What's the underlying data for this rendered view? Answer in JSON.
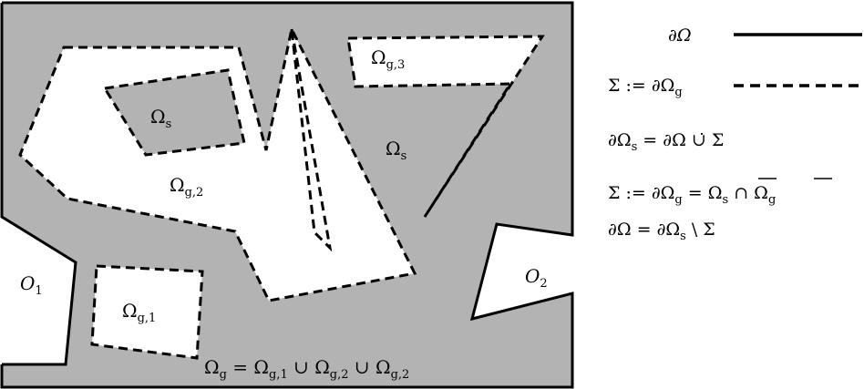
{
  "labels": {
    "omega_s": "Ω",
    "omega_s_sub": "s",
    "omega_g": "Ω",
    "omega_g1_sub": "g,1",
    "omega_g2_sub": "g,2",
    "omega_g3_sub": "g,3",
    "o1": "O",
    "o1_sub": "1",
    "o2": "O",
    "o2_sub": "2",
    "union_eq": "Ω",
    "union_eq_sub1": "g",
    "union_eq_rest1": " = Ω",
    "union_eq_sub2": "g,1",
    "union_eq_rest2": " ∪ Ω",
    "union_eq_sub3": "g,2",
    "union_eq_rest3": " ∪ Ω",
    "union_eq_sub4": "g,2"
  },
  "legend": {
    "boundary_label": "∂Ω",
    "sigma_def_a": "Σ := ∂Ω",
    "sigma_def_a_sub": "g",
    "eq1_a": "∂Ω",
    "eq1_a_sub": "s",
    "eq1_b": " = ∂Ω ∪̇ Σ",
    "eq2_a": "Σ := ∂Ω",
    "eq2_a_sub": "g",
    "eq2_b": " = Ω",
    "eq2_b_sub": "s",
    "eq2_c": " ∩ Ω",
    "eq2_c_sub": "g",
    "eq3_a": "∂Ω = ∂Ω",
    "eq3_a_sub": "s",
    "eq3_b": " \\ Σ"
  },
  "colors": {
    "solid_region": "#b3b3b3",
    "void_region": "#ffffff",
    "stroke": "#000000"
  }
}
